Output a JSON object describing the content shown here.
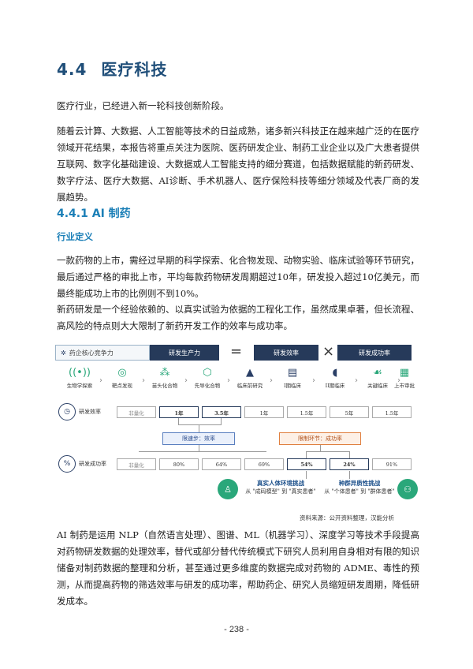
{
  "section": {
    "number": "4.4",
    "title": "医疗科技"
  },
  "intro": "医疗行业，已经进入新一轮科技创新阶段。",
  "para2": "随着云计算、大数据、人工智能等技术的日益成熟，诸多新兴科技正在越来越广泛的在医疗领域开花结果，本报告将重点关注为医院、医药研发企业、制药工业企业以及广大患者提供互联网、数字化基础建设、大数据或人工智能支持的细分赛道，包括数据赋能的新药研发、数字疗法、医疗大数据、AI诊断、手术机器人、医疗保险科技等细分领域及代表厂商的发展趋势。",
  "subsection": {
    "title": "4.4.1 AI 制药"
  },
  "industry_def": "行业定义",
  "para3": "一款药物的上市，需经过早期的科学探索、化合物发现、动物实验、临床试验等环节研究，最后通过严格的审批上市，平均每款药物研发周期超过10年，研发投入超过10亿美元，而最终能成功上市的比例则不到10%。",
  "para4": "新药研发是一个经验依赖的、以真实试验为依据的工程化工作，虽然成果卓著，但长流程、高风险的特点则大大限制了新药开发工作的效率与成功率。",
  "diagram": {
    "core": "药企核心竞争力",
    "productivity": "研发生产力",
    "equals": "=",
    "efficiency": "研发效率",
    "times": "×",
    "success_rate": "研发成功率",
    "stages": [
      "生物学探索",
      "靶点发现",
      "苗头化合物",
      "先导化合物",
      "临床前研究",
      "I期临床",
      "II期临床",
      "关键临床",
      "上市审批"
    ],
    "eff_label": "研发效率",
    "eff_values": [
      "非量化",
      "1年",
      "3.5年",
      "1年",
      "1.5年",
      "5年",
      "1.5年"
    ],
    "limit_speed": "限速步：效率",
    "limit_rate": "限制环节：成功率",
    "rate_label": "研发成功率",
    "rate_values": [
      "非量化",
      "80%",
      "64%",
      "69%",
      "54%",
      "24%",
      "91%"
    ],
    "challenge1_title": "真实人体环境挑战",
    "challenge1_sub": "从 \"成码模型\" 到 \"真实患者\"",
    "challenge2_title": "种群异质性挑战",
    "challenge2_sub": "从 \"个体患者\" 到 \"群体患者\""
  },
  "source": "资料来源：公开资料整理，汉能分析",
  "para5": "AI 制药是运用 NLP（自然语言处理）、图谱、ML（机器学习）、深度学习等技术手段提高对药物研发数据的处理效率，替代或部分替代传统模式下研究人员利用自身相对有限的知识储备对制药数据的整理和分析，甚至通过更多维度的数据完成对药物的 ADME、毒性的预测，从而提高药物的筛选效率与研发的成功率，帮助药企、研究人员缩短研发周期，降低研发成本。",
  "page_number": "- 238 -",
  "colors": {
    "navy": "#263a5a",
    "teal": "#1b7fb7",
    "green": "#2aa77a",
    "orange": "#e08040"
  }
}
